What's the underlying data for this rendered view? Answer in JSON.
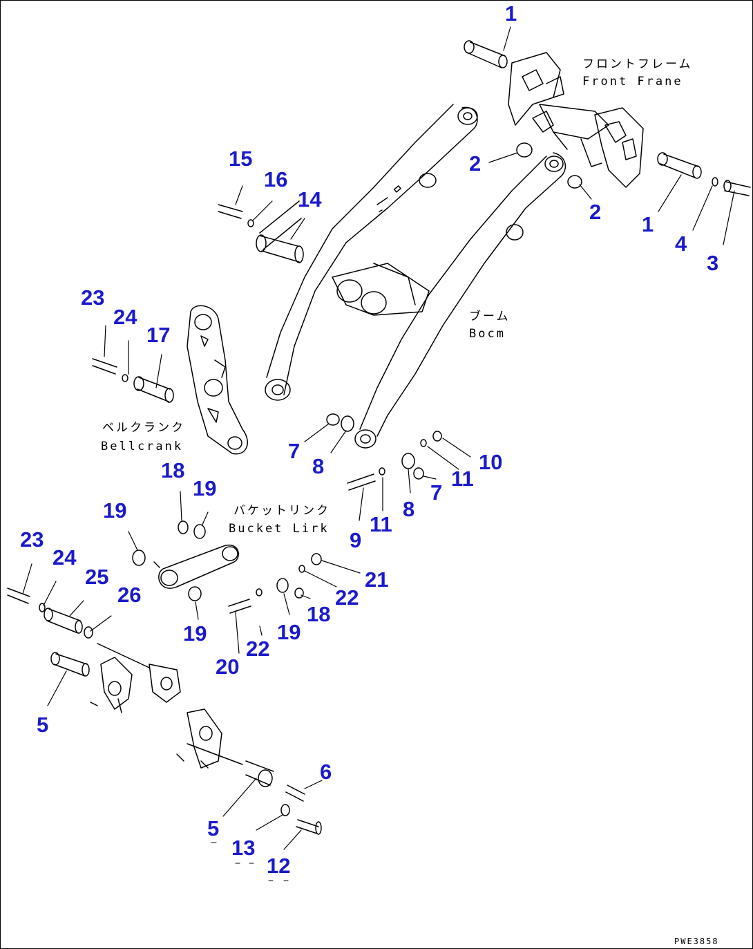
{
  "labels": {
    "front_frame_jp": "フロントフレーム",
    "front_frame_en": "Front Frane",
    "boom_jp": "ブーム",
    "boom_en": "Bocm",
    "bellcrank_jp": "ベルクランク",
    "bellcrank_en": "Bellcrank",
    "bucket_link_jp": "バケットリンク",
    "bucket_link_en": "Bucket Lirk"
  },
  "drawing_code": "PWE3858",
  "callouts": {
    "c1a": "1",
    "c1b": "1",
    "c2a": "2",
    "c2b": "2",
    "c3": "3",
    "c4": "4",
    "c5a": "5",
    "c5b": "5",
    "c6": "6",
    "c7a": "7",
    "c7b": "7",
    "c8a": "8",
    "c8b": "8",
    "c9": "9",
    "c10": "10",
    "c11a": "11",
    "c11b": "11",
    "c12": "12",
    "c13": "13",
    "c14": "14",
    "c15": "15",
    "c16": "16",
    "c17": "17",
    "c18a": "18",
    "c18b": "18",
    "c19a": "19",
    "c19b": "19",
    "c19c": "19",
    "c19d": "19",
    "c20": "20",
    "c21": "21",
    "c22a": "22",
    "c22b": "22",
    "c23a": "23",
    "c23b": "23",
    "c24a": "24",
    "c24b": "24",
    "c25": "25",
    "c26": "26"
  },
  "colors": {
    "callout": "#1a1acc",
    "line": "#000000"
  }
}
